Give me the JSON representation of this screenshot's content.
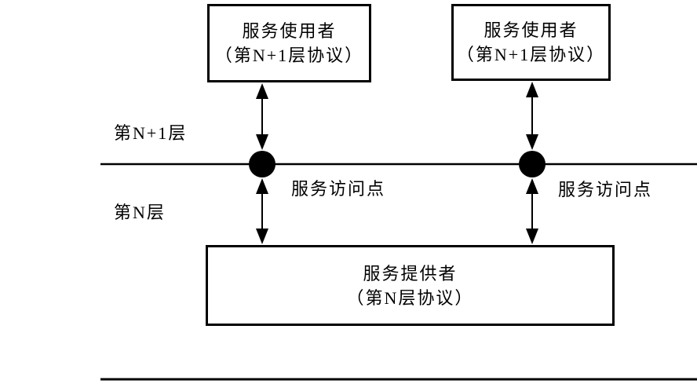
{
  "diagram": {
    "boxes": {
      "top_left": {
        "line1": "服务使用者",
        "line2": "（第N+1层协议）"
      },
      "top_right": {
        "line1": "服务使用者",
        "line2": "（第N+1层协议）"
      },
      "bottom": {
        "line1": "服务提供者",
        "line2": "（第N层协议）"
      }
    },
    "labels": {
      "layer_n_plus_1": "第N+1层",
      "layer_n": "第N层",
      "sap_left": "服务访问点",
      "sap_right": "服务访问点"
    },
    "colors": {
      "foreground": "#000000",
      "background": "#ffffff"
    }
  }
}
